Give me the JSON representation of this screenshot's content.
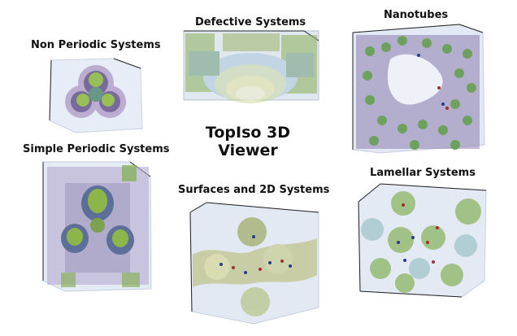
{
  "title_line1": "TopIso 3D",
  "title_line2": "Viewer",
  "panels": {
    "non_periodic": "Non Periodic Systems",
    "defective": "Defective Systems",
    "nanotubes": "Nanotubes",
    "simple_periodic": "Simple Periodic Systems",
    "surfaces": "Surfaces and 2D Systems",
    "lamellar": "Lamellar Systems"
  },
  "colors": {
    "box_fill": "#dde6f3",
    "iso_purple": "#8a76a8",
    "iso_teal": "#3f7f8c",
    "iso_green": "#8db64a",
    "iso_yellow": "#d9d96a"
  }
}
